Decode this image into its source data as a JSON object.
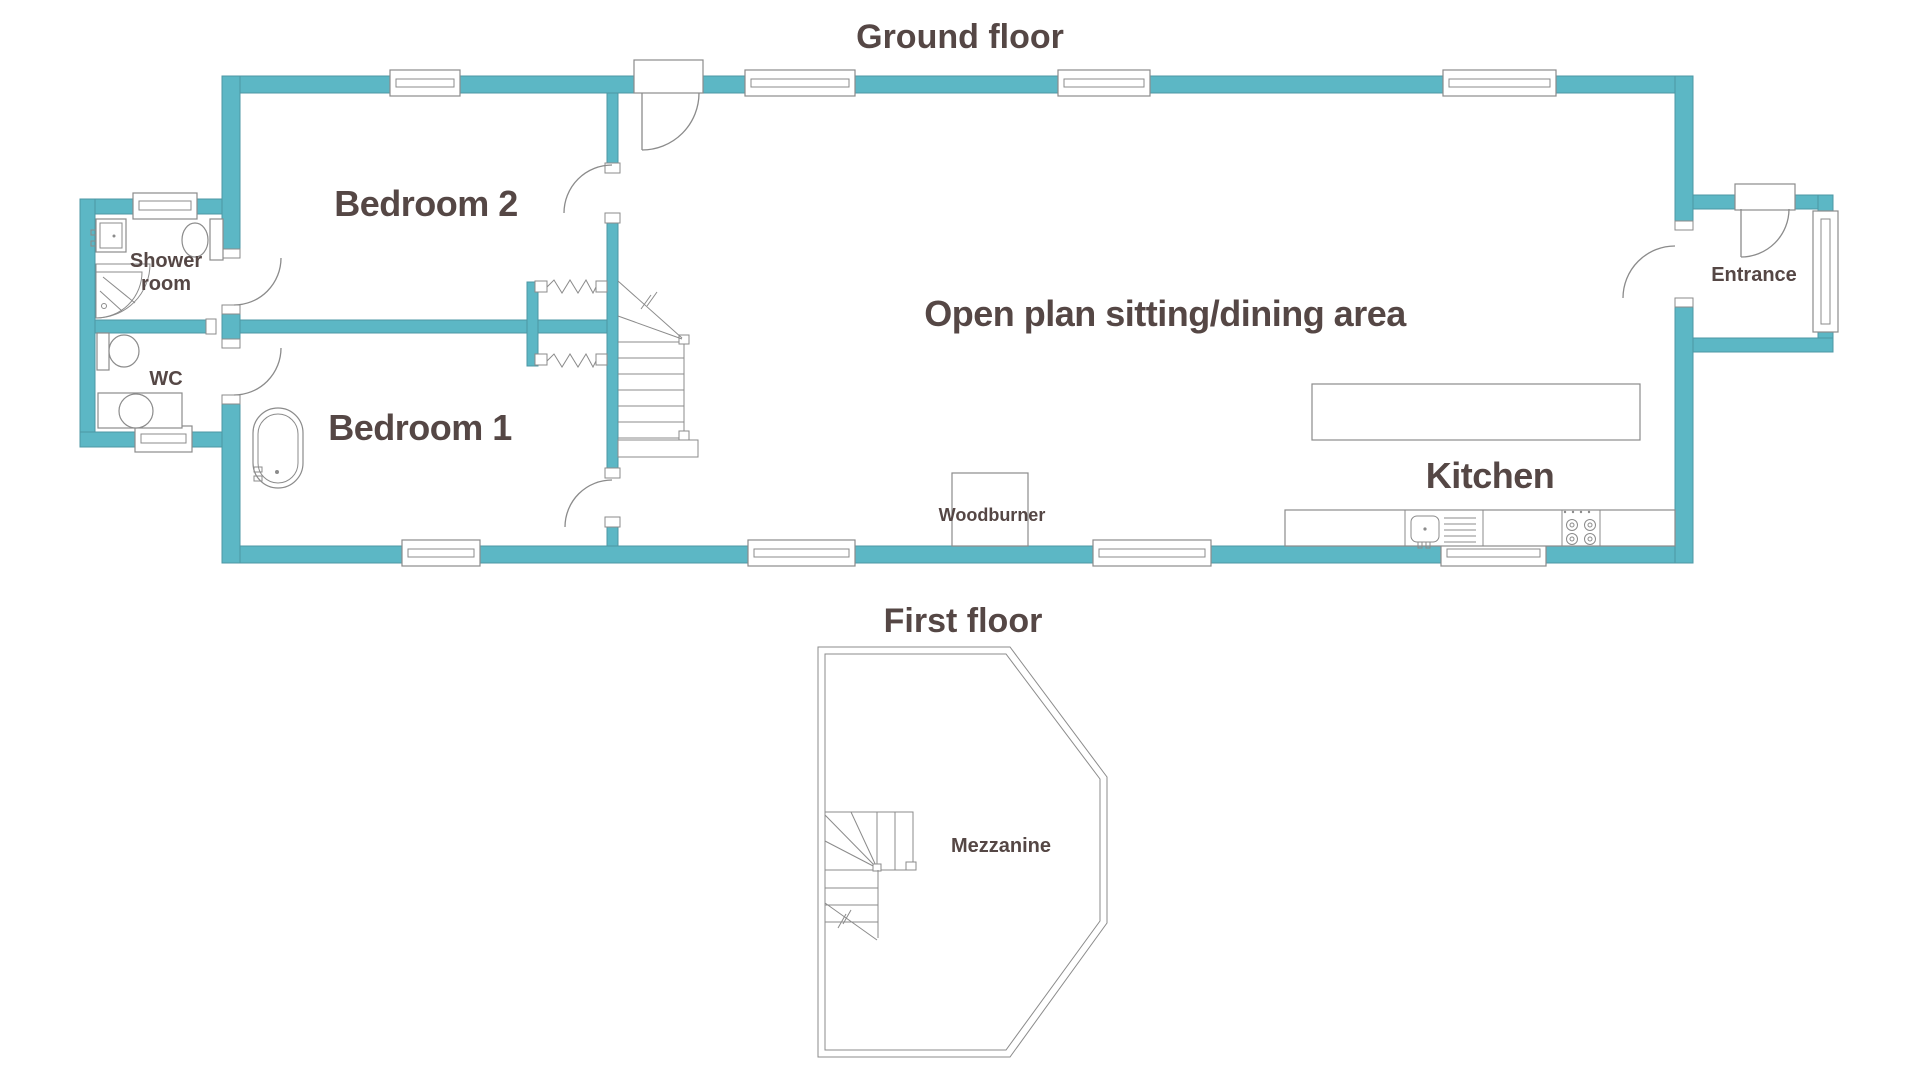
{
  "colors": {
    "wall_fill": "#5cb7c5",
    "wall_stroke": "#4d97a4",
    "line": "#8b8b8b",
    "text": "#554745"
  },
  "ground_floor": {
    "title": "Ground floor",
    "labels": {
      "bedroom2": "Bedroom 2",
      "bedroom1": "Bedroom 1",
      "shower_line1": "Shower",
      "shower_line2": "room",
      "wc": "WC",
      "open_plan": "Open plan sitting/dining area",
      "kitchen": "Kitchen",
      "woodburner": "Woodburner",
      "entrance": "Entrance"
    }
  },
  "first_floor": {
    "title": "First floor",
    "labels": {
      "mezzanine": "Mezzanine"
    }
  }
}
